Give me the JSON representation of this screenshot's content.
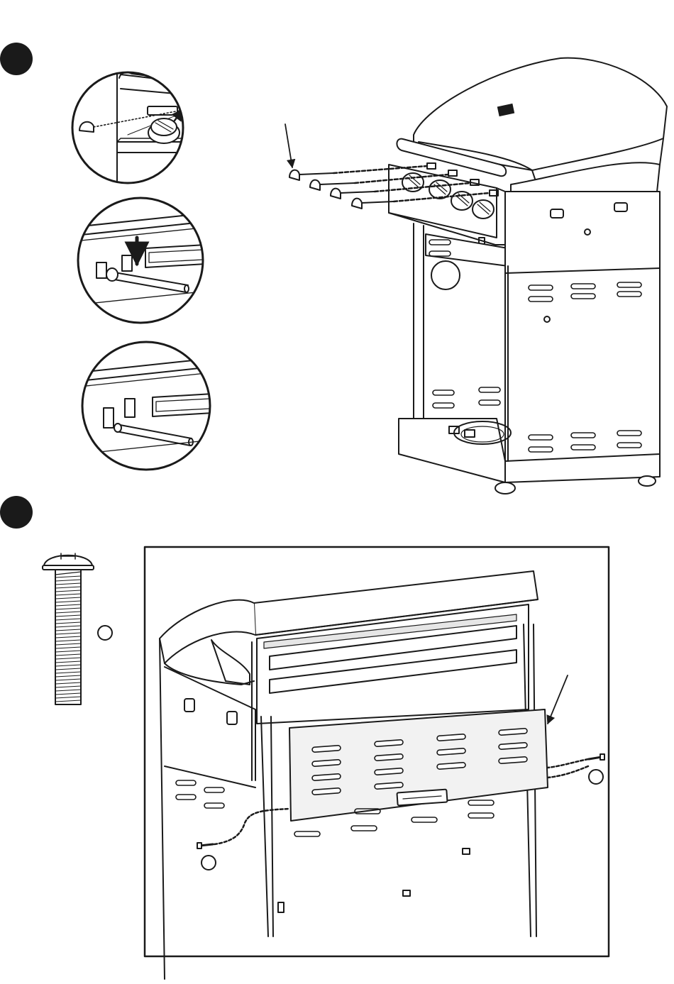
{
  "document": {
    "type": "assembly-instructions-page",
    "colors": {
      "ink": "#1a1a1a",
      "background": "#ffffff",
      "step_badge": "#1a1a1a",
      "panel_shade": "#f2f2f2"
    }
  },
  "steps": [
    {
      "badge_icon": "filled-circle",
      "detail_callouts": [
        "knob-rod-alignment-detail",
        "rod-insert-arrow-detail",
        "rod-seated-detail"
      ],
      "main_illustration": "grill-front-knob-installation",
      "parts_shown": [
        "knob-rod-1",
        "knob-rod-2",
        "knob-rod-3",
        "knob-rod-4"
      ]
    },
    {
      "badge_icon": "filled-circle",
      "hardware_icon": "pan-head-screw",
      "hardware_callout_label": "",
      "main_illustration": "grill-rear-panel-installation",
      "callout_labels": [
        "",
        ""
      ]
    }
  ]
}
